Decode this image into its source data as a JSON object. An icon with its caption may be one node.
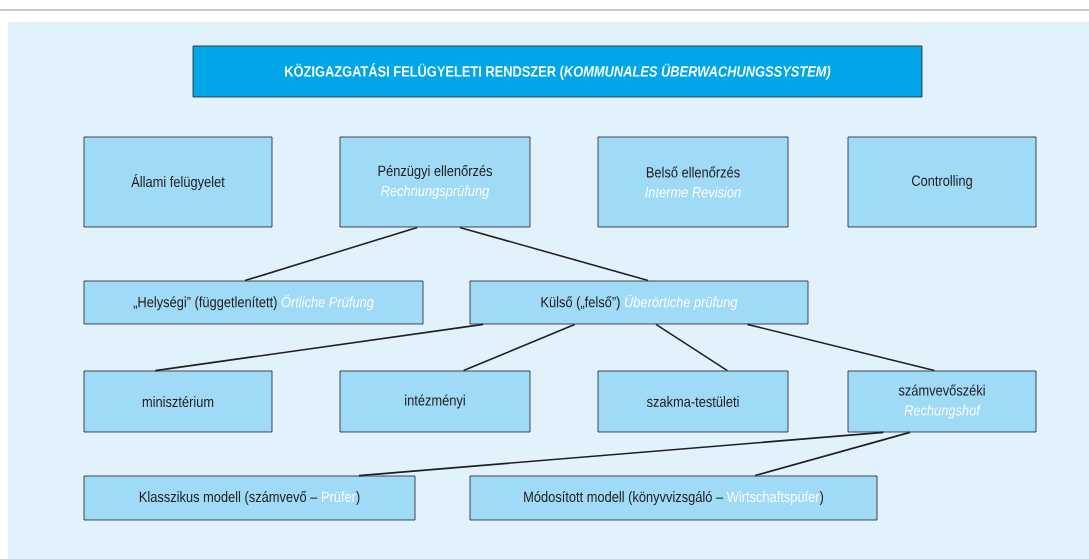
{
  "diagram": {
    "title": "KÖZIGAZGATÁSI FELÜGYELETI RENDSZER (*KOMMUNALES ÜBERWACHUNGSSYSTEM)*",
    "nodes": [
      {
        "text": [
          "Állami felügyelet"
        ]
      },
      {
        "text": [
          "Pénzügyi ellenőrzés",
          "Rechnungsprüfung"
        ]
      },
      {
        "text": [
          "Belső ellenőrzés",
          "Interme Revision"
        ]
      },
      {
        "text": [
          "Controlling"
        ]
      },
      {
        "text": [
          "„Helységi” (függetlenített)",
          "Örtliche Prüfung"
        ]
      },
      {
        "text": [
          "Külső („felső”)",
          "Überörtiche prüfung"
        ]
      },
      {
        "text": [
          "minisztérium"
        ]
      },
      {
        "text": [
          "intézményi"
        ]
      },
      {
        "text": [
          "szakma-testületi"
        ]
      },
      {
        "text": [
          "számvevőszéki",
          "Rechungshof"
        ]
      },
      {
        "text": [
          "Klasszikus modell (számvevő –",
          "Prüfer",
          ")"
        ]
      },
      {
        "text": [
          "Módosított modell (könyvvizsgáló –",
          "Wirtschaftspüfer",
          ")"
        ]
      }
    ],
    "edges": [
      {
        "from": 1,
        "to": 4,
        "arrow": "none"
      },
      {
        "from": 1,
        "to": 5,
        "arrow": "none"
      },
      {
        "from": 5,
        "to": 6,
        "arrow": "none"
      },
      {
        "from": 5,
        "to": 7,
        "arrow": "none"
      },
      {
        "from": 5,
        "to": 8,
        "arrow": "none"
      },
      {
        "from": 5,
        "to": 9,
        "arrow": "none"
      },
      {
        "from": 9,
        "to": 10,
        "arrow": "none"
      },
      {
        "from": 9,
        "to": 11,
        "arrow": "none"
      }
    ]
  }
}
